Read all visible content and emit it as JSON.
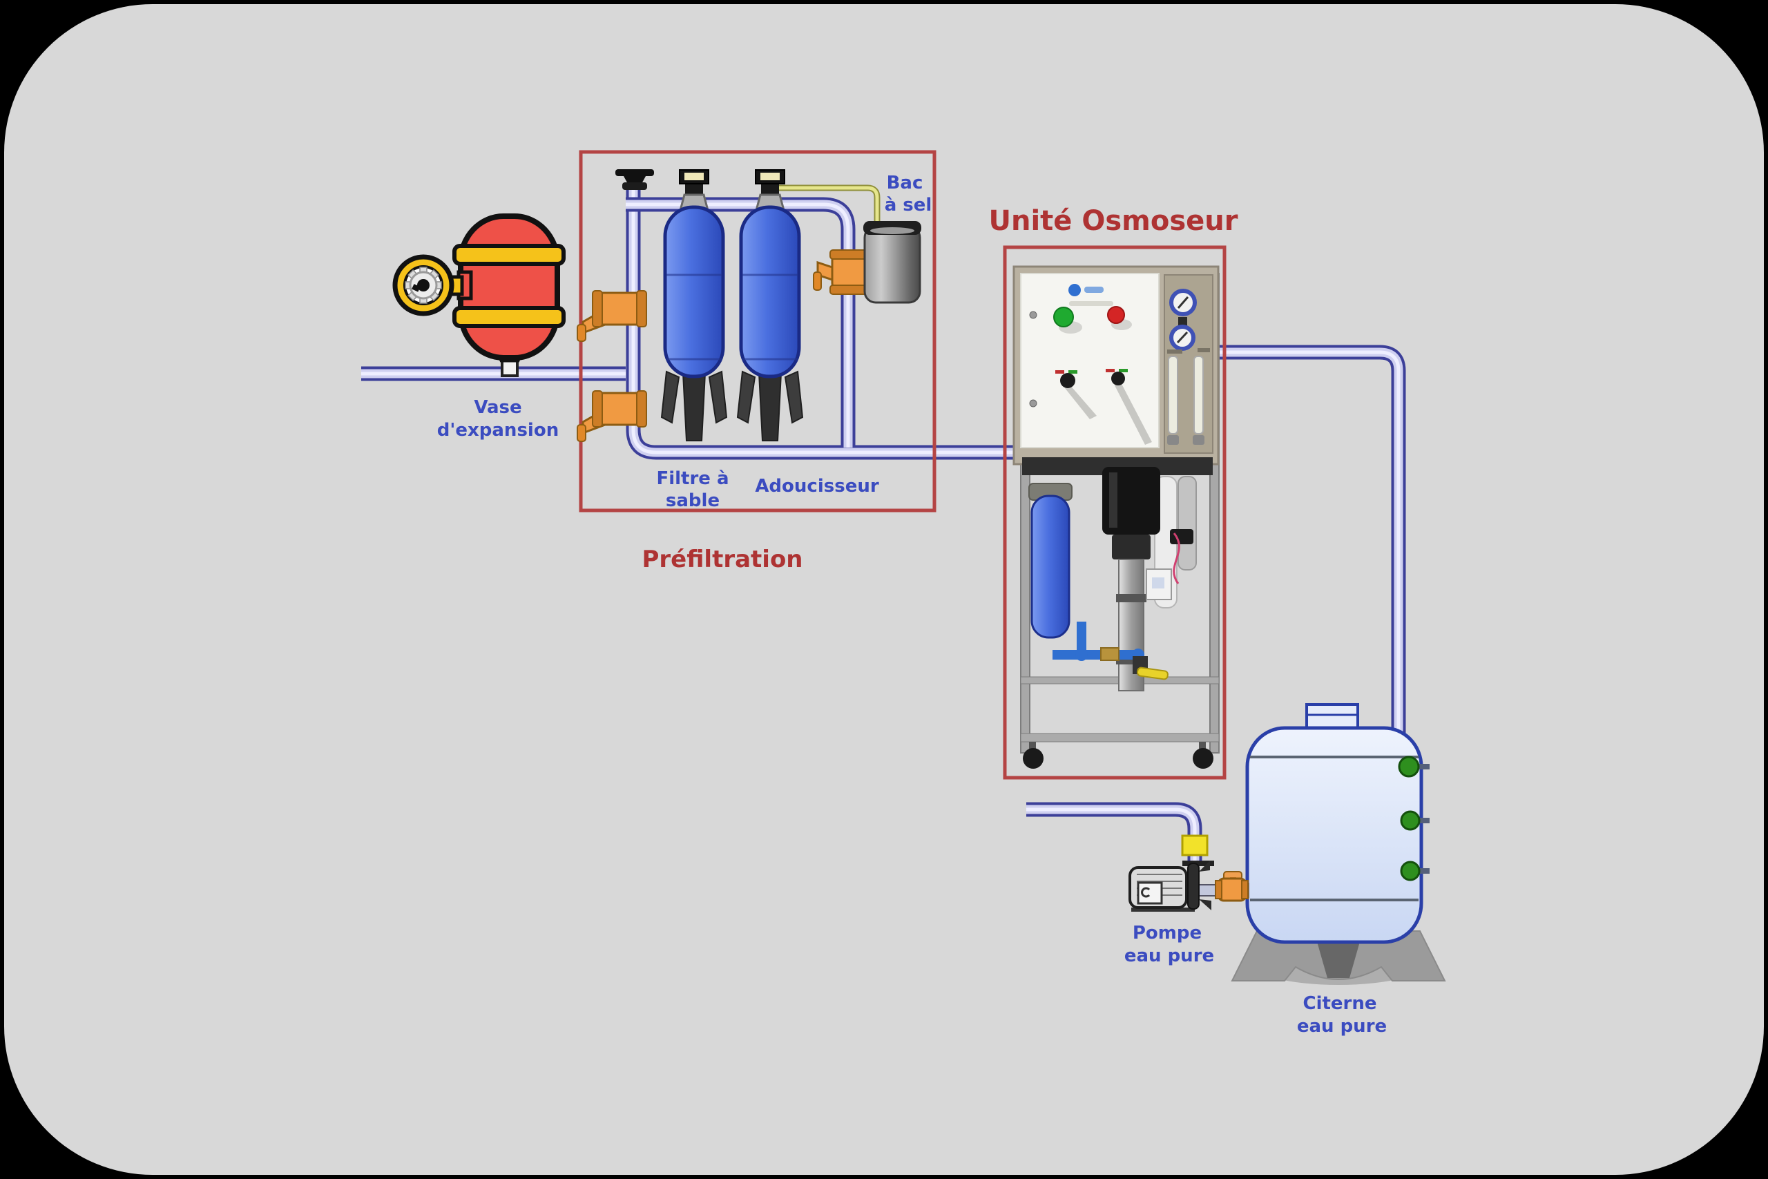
{
  "titles": {
    "prefiltration": "Préfiltration",
    "osmoseur": "Unité Osmoseur"
  },
  "labels": {
    "vase1": "Vase",
    "vase2": "d'expansion",
    "filtre1": "Filtre à",
    "filtre2": "sable",
    "adoucisseur": "Adoucisseur",
    "bac1": "Bac",
    "bac2": "à sel",
    "pompe1": "Pompe",
    "pompe2": "eau pure",
    "citerne1": "Citerne",
    "citerne2": "eau pure"
  },
  "colors": {
    "background": "#000000",
    "card": "#d8d8d8",
    "box_red": "#b44444",
    "title_red": "#ae3333",
    "label_blue": "#3b4cc0",
    "pipe_edge": "#3c3f99",
    "pipe_fill": "#cfd0f0",
    "brine_yellow": "#e6e68c",
    "fitting_orange": "#f09a42",
    "filter_tank_blue": "#3f6fdd",
    "expansion_vessel_red": "#ee5148",
    "gauge_yellow": "#f5c21a",
    "salt_tank_grey": "#8a8a8a",
    "storage_tank_fill": "#dde6f8",
    "storage_valve_green": "#2e8f1e"
  }
}
